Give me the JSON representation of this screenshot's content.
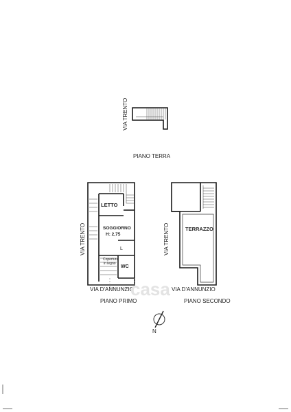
{
  "streets": {
    "trento_top": "VIA TRENTO",
    "trento_first": "VIA TRENTO",
    "trento_second": "VIA TRENTO",
    "dannunzio_first": "VIA D'ANNUNZIO",
    "dannunzio_second": "VIA D'ANNUNZIO"
  },
  "floors": {
    "ground": "PIANO TERRA",
    "first": "PIANO PRIMO",
    "second": "PIANO SECONDO"
  },
  "rooms": {
    "letto": "LETTO",
    "soggiorno": "SOGGIORNO",
    "soggiorno_height": "H: 2,75",
    "l_mark": "L",
    "wc": "WC",
    "copertura_1": "Copertura",
    "copertura_2": "in legno",
    "terrazzo": "TERRAZZO"
  },
  "watermark": "casa",
  "north_label": "N"
}
